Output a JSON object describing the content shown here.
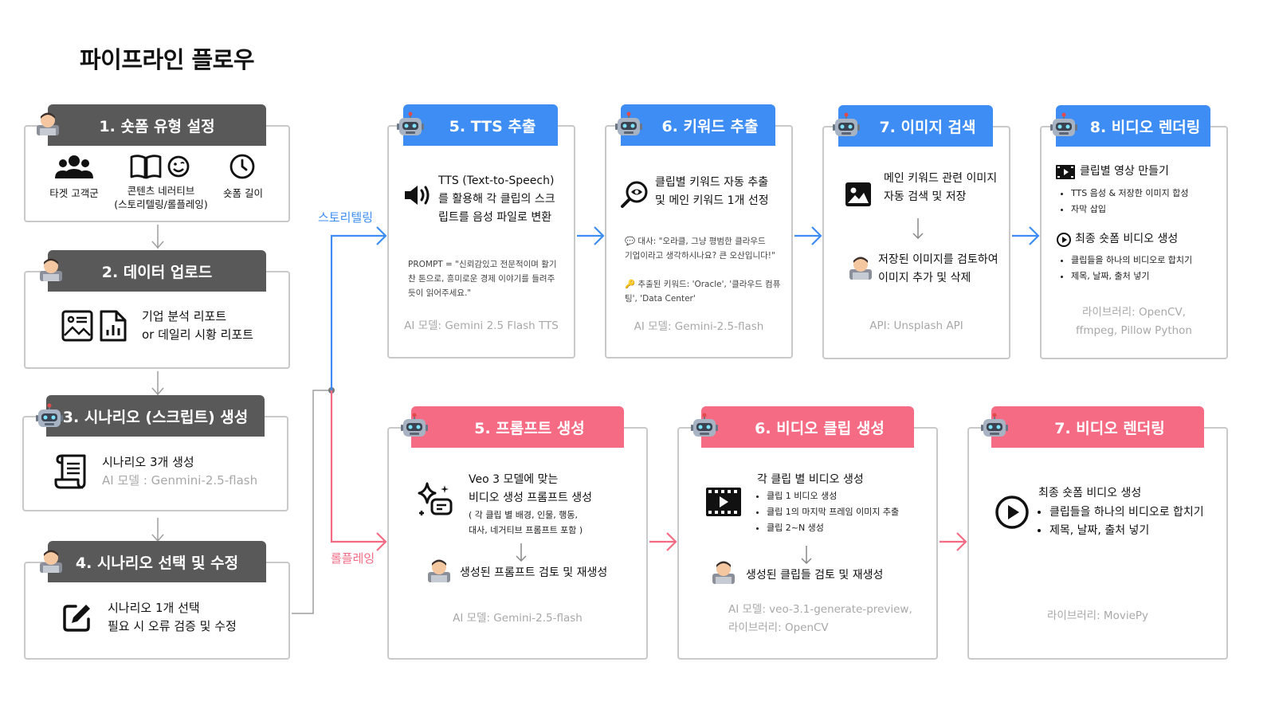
{
  "title": "파이프라인 플로우",
  "colors": {
    "gray": "#595959",
    "blue": "#3d8df5",
    "pink": "#f56b84",
    "border": "#c9c9c9",
    "line": "#9e9e9e"
  },
  "steps_left": {
    "s1": {
      "header": "1. 숏폼 유형 설정",
      "items": [
        {
          "icon": "people-icon",
          "label": "타겟 고객군"
        },
        {
          "icon": "book-icon",
          "label": "콘텐츠 네러티브\n(스토리텔링/롤플레잉)"
        },
        {
          "icon": "clock-icon",
          "label": "숏폼 길이"
        }
      ]
    },
    "s2": {
      "header": "2. 데이터 업로드",
      "text1": "기업 분석 리포트",
      "text2": "or 데일리 시황 리포트"
    },
    "s3": {
      "header": "3. 시나리오 (스크립트) 생성",
      "text1": "시나리오 3개 생성",
      "text2": "AI 모델 : Genmini-2.5-flash"
    },
    "s4": {
      "header": "4. 시나리오 선택 및 수정",
      "text1": "시나리오 1개 선택",
      "text2": "필요 시 오류 검증 및 수정"
    }
  },
  "branch_labels": {
    "story": "스토리텔링",
    "role": "롤플레잉"
  },
  "story": {
    "s5": {
      "header": "5. TTS 추출",
      "text": [
        "TTS (Text-to-Speech)",
        "를 활용해 각 클립의 스크",
        "립트를 음성 파일로 변환"
      ],
      "prompt": [
        "PROMPT = \"신뢰감있고 전문적이며 활기",
        "찬 톤으로, 흥미로운 경제 이야기를 들려주",
        "듯이 읽어주세요.\""
      ],
      "footer": "AI 모델: Gemini 2.5 Flash TTS"
    },
    "s6": {
      "header": "6. 키워드 추출",
      "text": [
        "클립별 키워드 자동 추출",
        "및 메인 키워드 1개 선정"
      ],
      "ex1": [
        "💬 대사: \"오라클, 그냥 평범한 클라우드",
        "기업이라고 생각하시나요? 큰 오산입니다!\""
      ],
      "ex2": [
        "🔑 추출된 키워드: 'Oracle', '클라우드 컴퓨",
        "팅', 'Data Center'"
      ],
      "footer": "AI 모델: Gemini-2.5-flash"
    },
    "s7": {
      "header": "7. 이미지 검색",
      "text": [
        "메인 키워드 관련 이미지",
        "자동 검색 및 저장"
      ],
      "text2": [
        "저장된 이미지를 검토하여",
        "이미지 추가 및 삭제"
      ],
      "footer": "API: Unsplash API"
    },
    "s8": {
      "header": "8. 비디오 렌더링",
      "a_title": "클립별 영상 만들기",
      "a_items": [
        "TTS 음성 & 저장한 이미지 합성",
        "자막 삽입"
      ],
      "b_title": "최종 숏폼 비디오 생성",
      "b_items": [
        "클립들을 하나의 비디오로 합치기",
        "제목, 날짜, 출처 넣기"
      ],
      "footer": [
        "라이브러리: OpenCV,",
        "ffmpeg, Pillow Python"
      ]
    }
  },
  "role": {
    "s5": {
      "header": "5. 프롬프트 생성",
      "text": [
        "Veo 3 모델에 맞는",
        "비디오 생성 프롬프트 생성"
      ],
      "sub": [
        "( 각 클립 별 배경, 인물, 행동,",
        "대사, 네거티브 프롬프트 포함 )"
      ],
      "review": "생성된 프롬프트 검토 및 재생성",
      "footer": "AI 모델: Gemini-2.5-flash"
    },
    "s6": {
      "header": "6. 비디오 클립 생성",
      "title": "각 클립 별 비디오 생성",
      "items": [
        "클립 1 비디오 생성",
        "클립 1의 마지막 프레임 이미지 추출",
        "클립 2~N 생성"
      ],
      "review": "생성된 클립들 검토 및 재생성",
      "footer": [
        "AI 모델: veo-3.1-generate-preview,",
        "라이브러리: OpenCV"
      ]
    },
    "s7": {
      "header": "7. 비디오 렌더링",
      "title": "최종 숏폼 비디오 생성",
      "items": [
        "클립들을 하나의 비디오로 합치기",
        "제목, 날짜, 출처 넣기"
      ],
      "footer": "라이브러리: MoviePy"
    }
  }
}
